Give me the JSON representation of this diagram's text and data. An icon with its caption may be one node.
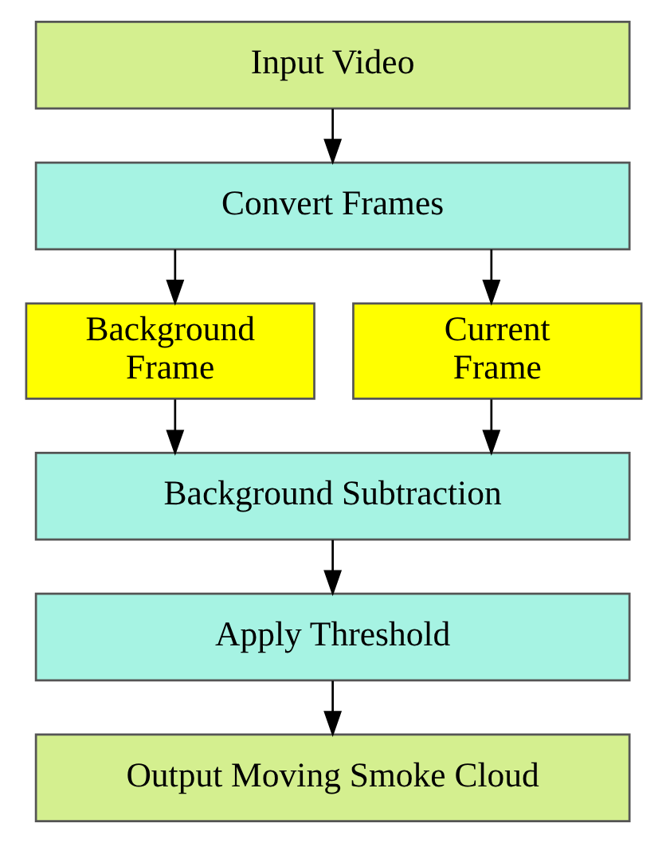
{
  "diagram": {
    "nodes": [
      {
        "text": [
          "Input Video"
        ]
      },
      {
        "text": [
          "Convert Frames"
        ]
      },
      {
        "text": [
          "Background Frame"
        ]
      },
      {
        "text": [
          "Current Frame"
        ]
      },
      {
        "text": [
          "Background Subtraction"
        ]
      },
      {
        "text": [
          "Apply Threshold"
        ]
      },
      {
        "text": [
          "Output Moving Smoke Cloud"
        ]
      }
    ],
    "edges": [
      {
        "from": 0,
        "to": 1,
        "arrow": "to"
      },
      {
        "from": 1,
        "to": 2,
        "arrow": "to"
      },
      {
        "from": 1,
        "to": 3,
        "arrow": "to"
      },
      {
        "from": 2,
        "to": 4,
        "arrow": "to"
      },
      {
        "from": 3,
        "to": 4,
        "arrow": "to"
      },
      {
        "from": 4,
        "to": 5,
        "arrow": "to"
      },
      {
        "from": 5,
        "to": 6,
        "arrow": "to"
      }
    ]
  }
}
